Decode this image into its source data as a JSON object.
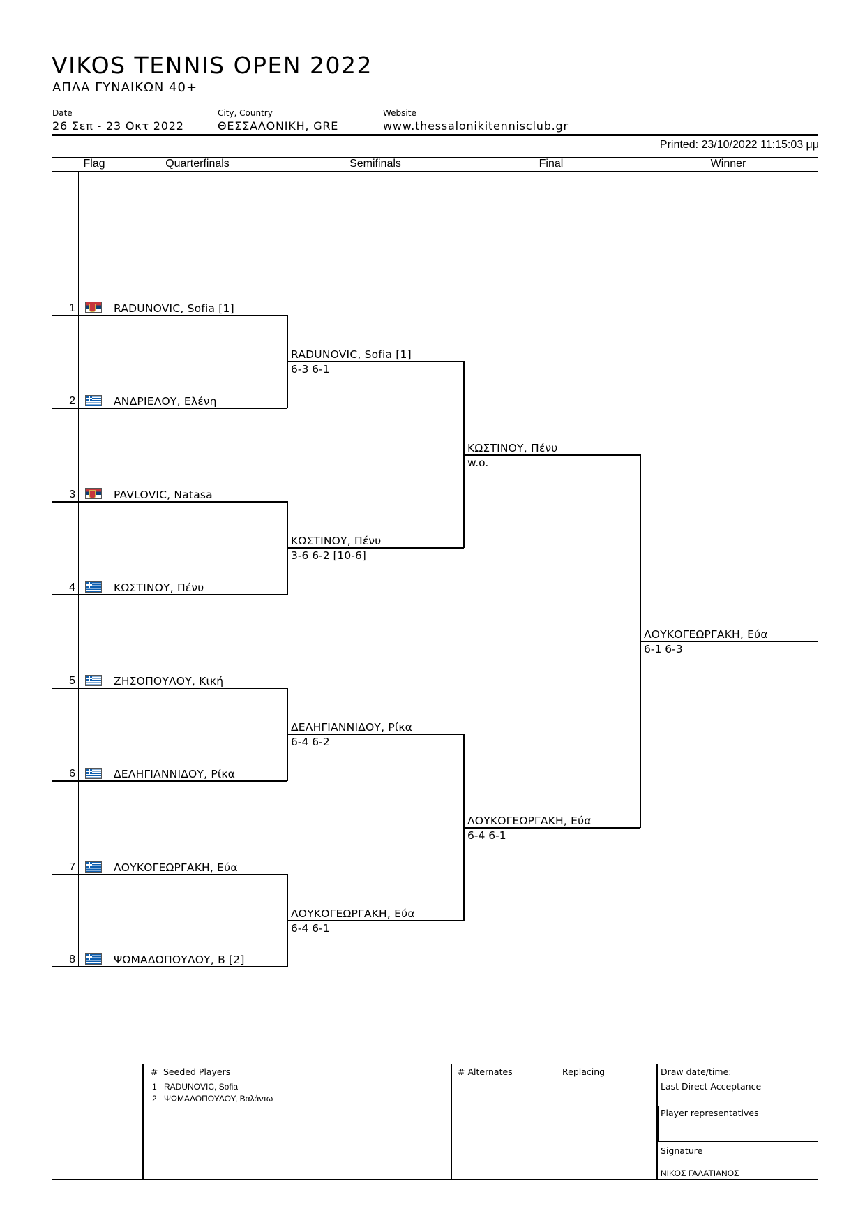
{
  "header": {
    "title": "VIKOS TENNIS OPEN 2022",
    "subtitle": "ΑΠΛΑ ΓΥΝΑΙΚΩΝ 40+",
    "date_label": "Date",
    "date_value": "26 Σεπ - 23 Οκτ 2022",
    "city_label": "City, Country",
    "city_value": "ΘΕΣΣΑΛΟΝΙΚΗ, GRE",
    "website_label": "Website",
    "website_value": "www.thessalonikitennisclub.gr",
    "printed": "Printed: 23/10/2022 11:15:03 μμ"
  },
  "columns": {
    "flag": "Flag",
    "quarterfinals": "Quarterfinals",
    "semifinals": "Semifinals",
    "final": "Final",
    "winner": "Winner"
  },
  "draw": [
    {
      "seed": "1",
      "flag": "serbia-flag-icon",
      "name": "RADUNOVIC, Sofia [1]"
    },
    {
      "seed": "2",
      "flag": "greece-flag-icon",
      "name": "ΑΝΔΡΙΕΛΟΥ, Ελένη"
    },
    {
      "seed": "3",
      "flag": "serbia-flag-icon",
      "name": "PAVLOVIC, Natasa"
    },
    {
      "seed": "4",
      "flag": "greece-flag-icon",
      "name": "ΚΩΣΤΙΝΟΥ, Πένυ"
    },
    {
      "seed": "5",
      "flag": "greece-flag-icon",
      "name": "ΖΗΣΟΠΟΥΛΟΥ, Κική"
    },
    {
      "seed": "6",
      "flag": "greece-flag-icon",
      "name": "ΔΕΛΗΓΙΑΝΝΙΔΟΥ, Ρίκα"
    },
    {
      "seed": "7",
      "flag": "greece-flag-icon",
      "name": "ΛΟΥΚΟΓΕΩΡΓΑΚΗ, Εύα"
    },
    {
      "seed": "8",
      "flag": "greece-flag-icon",
      "name": "ΨΩΜΑΔΟΠΟΥΛΟΥ, Β [2]"
    }
  ],
  "semifinals": [
    {
      "name": "RADUNOVIC, Sofia [1]",
      "score": "6-3 6-1"
    },
    {
      "name": "ΚΩΣΤΙΝΟΥ, Πένυ",
      "score": "3-6 6-2 [10-6]"
    },
    {
      "name": "ΔΕΛΗΓΙΑΝΝΙΔΟΥ, Ρίκα",
      "score": "6-4 6-2"
    },
    {
      "name": "ΛΟΥΚΟΓΕΩΡΓΑΚΗ, Εύα",
      "score": "6-4 6-1"
    }
  ],
  "final": [
    {
      "name": "ΚΩΣΤΙΝΟΥ, Πένυ",
      "score": "w.o."
    },
    {
      "name": "ΛΟΥΚΟΓΕΩΡΓΑΚΗ, Εύα",
      "score": "6-4 6-1"
    }
  ],
  "winner": {
    "name": "ΛΟΥΚΟΓΕΩΡΓΑΚΗ, Εύα",
    "score": "6-1 6-3"
  },
  "footer": {
    "seeded_hash": "#",
    "seeded_title": "Seeded Players",
    "seeded": [
      {
        "num": "1",
        "name": "RADUNOVIC, Sofia"
      },
      {
        "num": "2",
        "name": "ΨΩΜΑΔΟΠΟΥΛΟΥ, Βαλάντω"
      }
    ],
    "alternates_title": "# Alternates",
    "replacing_title": "Replacing",
    "draw_datetime": "Draw date/time:",
    "last_direct": "Last Direct Acceptance",
    "player_reps": "Player representatives",
    "signature": "Signature",
    "signature_name": "ΝΙΚΟΣ ΓΑΛΑΤΙΑΝΟΣ"
  }
}
